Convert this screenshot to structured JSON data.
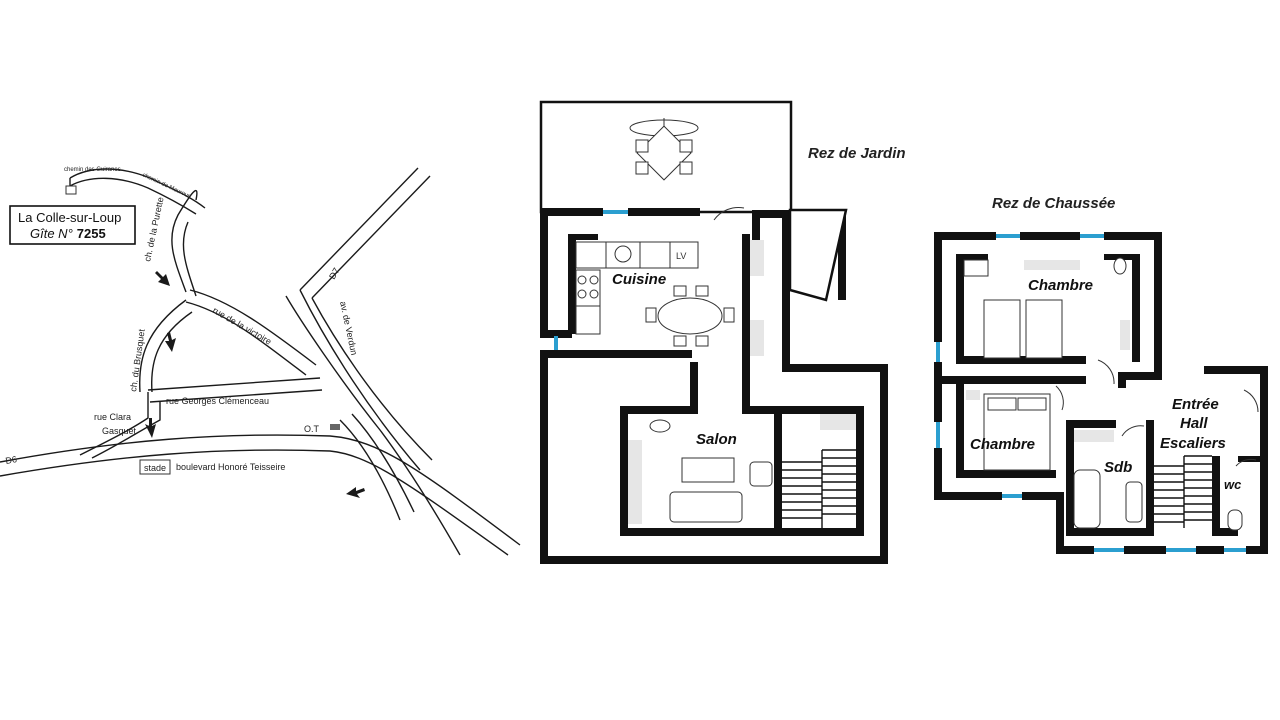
{
  "map": {
    "gite_box": {
      "line1": "La Colle-sur-Loup",
      "line2_prefix": "Gîte N°",
      "line2_number": "7255"
    },
    "labels": {
      "chemin_guiranes": "chemin des Guiranes",
      "chemin_maurouns": "chemin de Mauroun",
      "ch_purette": "ch. de la Purette",
      "ch_brusquet": "ch. du Brusquet",
      "rue_victoire": "rue de la victoire",
      "d7": "D7",
      "av_verdun": "av. de Verdun",
      "rue_clemenceau": "rue Georges Clémenceau",
      "rue_clara_1": "rue  Clara",
      "rue_clara_2": "Gasquet",
      "ot": "O.T",
      "stade": "stade",
      "bd_teisseire": "boulevard Honoré Teisseire",
      "d6": "D6"
    }
  },
  "plans": {
    "rez_jardin": {
      "title": "Rez de Jardin",
      "rooms": {
        "cuisine": "Cuisine",
        "salon": "Salon",
        "lv": "LV"
      }
    },
    "rez_chaussee": {
      "title": "Rez de Chaussée",
      "rooms": {
        "chambre1": "Chambre",
        "chambre2": "Chambre",
        "sdb": "Sdb",
        "entree_1": "Entrée",
        "entree_2": "Hall",
        "entree_3": "Escaliers",
        "wc": "wc"
      }
    }
  },
  "colors": {
    "wall": "#111111",
    "window": "#2b9fd0",
    "furniture_grey": "#e6e6e6"
  }
}
